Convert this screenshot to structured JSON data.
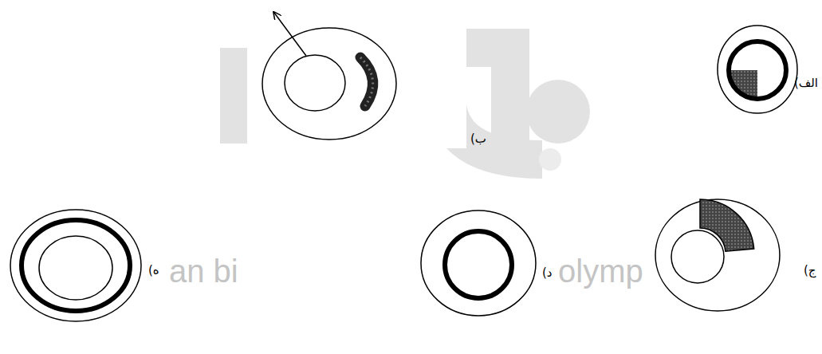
{
  "diagram": {
    "labels": [
      "الف)",
      "ب)",
      "ج)",
      "د)",
      "ه)",
      "an bi",
      "olymp"
    ]
  }
}
